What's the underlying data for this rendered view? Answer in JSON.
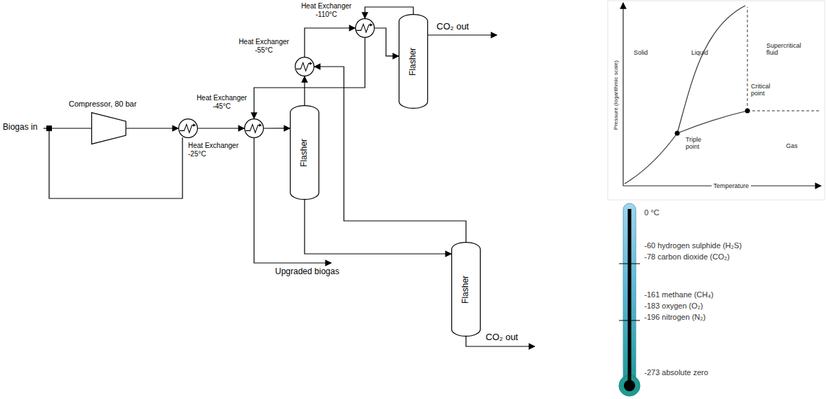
{
  "diagram": {
    "nodes": [
      {
        "text": [
          "Compressor, 80 bar"
        ]
      },
      {
        "text": [
          "Heat Exchanger -25°C"
        ]
      },
      {
        "text": [
          "Heat Exchanger -45°C"
        ]
      },
      {
        "text": [
          "Flasher"
        ]
      },
      {
        "text": [
          "Heat Exchanger -55°C"
        ]
      },
      {
        "text": [
          "Heat Exchanger -110°C"
        ]
      },
      {
        "text": [
          "Flasher"
        ]
      },
      {
        "text": [
          "Flasher"
        ]
      }
    ],
    "edges": [
      {
        "from": 0,
        "to": 1,
        "arrow": "to"
      },
      {
        "from": 1,
        "to": 2,
        "arrow": "to"
      },
      {
        "from": 2,
        "to": 3,
        "arrow": "to"
      },
      {
        "from": 3,
        "to": 4,
        "arrow": "to"
      },
      {
        "from": 4,
        "to": 5,
        "arrow": "to"
      },
      {
        "from": 5,
        "to": 6,
        "arrow": "to"
      },
      {
        "from": 6,
        "to": 5,
        "arrow": "to"
      },
      {
        "from": 5,
        "to": 2,
        "arrow": "to"
      },
      {
        "from": 3,
        "to": 7,
        "arrow": "to"
      },
      {
        "from": 7,
        "to": 4,
        "arrow": "to"
      }
    ],
    "labels": [
      "Biogas in",
      "Upgraded biogas",
      "CO₂ out",
      "CO₂ out",
      "Pressure (logarithmic scale)",
      "Solid",
      "Liquid",
      "Supercritical fluid",
      "Critical point",
      "Triple point",
      "Gas",
      "Temperature",
      "0 °C",
      "-60 hydrogen sulphide (H₂S)",
      "-78 carbon dioxide (CO₂)",
      "-161 methane (CH₄)",
      "-183 oxygen (O₂)",
      "-196 nitrogen (N₂)",
      "-273 absolute zero"
    ]
  }
}
